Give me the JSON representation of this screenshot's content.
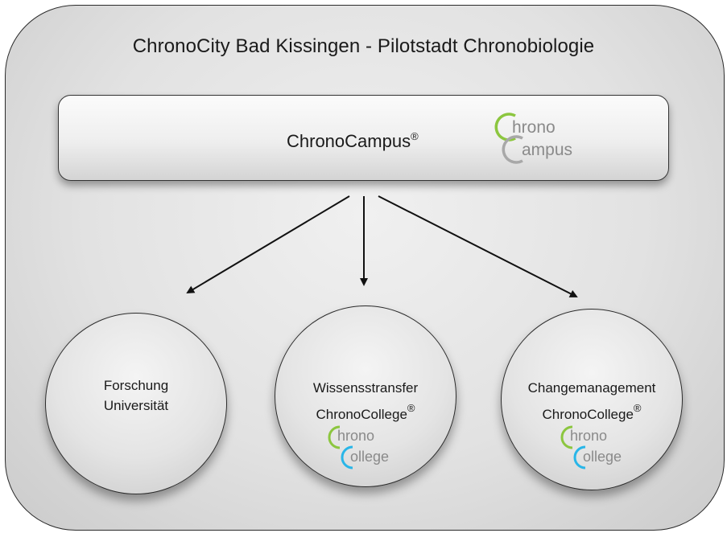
{
  "diagram": {
    "title": "ChronoCity Bad Kissingen - Pilotstadt Chronobiologie",
    "campus": {
      "label": "ChronoCampus",
      "registered": "®",
      "logo_line1": "hrono",
      "logo_line2": "ampus"
    },
    "nodes": [
      {
        "line1": "Forschung",
        "line2": "Universität",
        "registered": ""
      },
      {
        "line1": "Wissensstransfer",
        "line2": "ChronoCollege",
        "registered": "®",
        "logo_line1": "hrono",
        "logo_line2": "ollege"
      },
      {
        "line1": "Changemanagement",
        "line2": "ChronoCollege",
        "registered": "®",
        "logo_line1": "hrono",
        "logo_line2": "ollege"
      }
    ],
    "colors": {
      "logo_green": "#8cc63f",
      "logo_grey": "#a8a8a8",
      "logo_blue": "#29b6e8",
      "logo_text": "#8a8a8a"
    }
  }
}
